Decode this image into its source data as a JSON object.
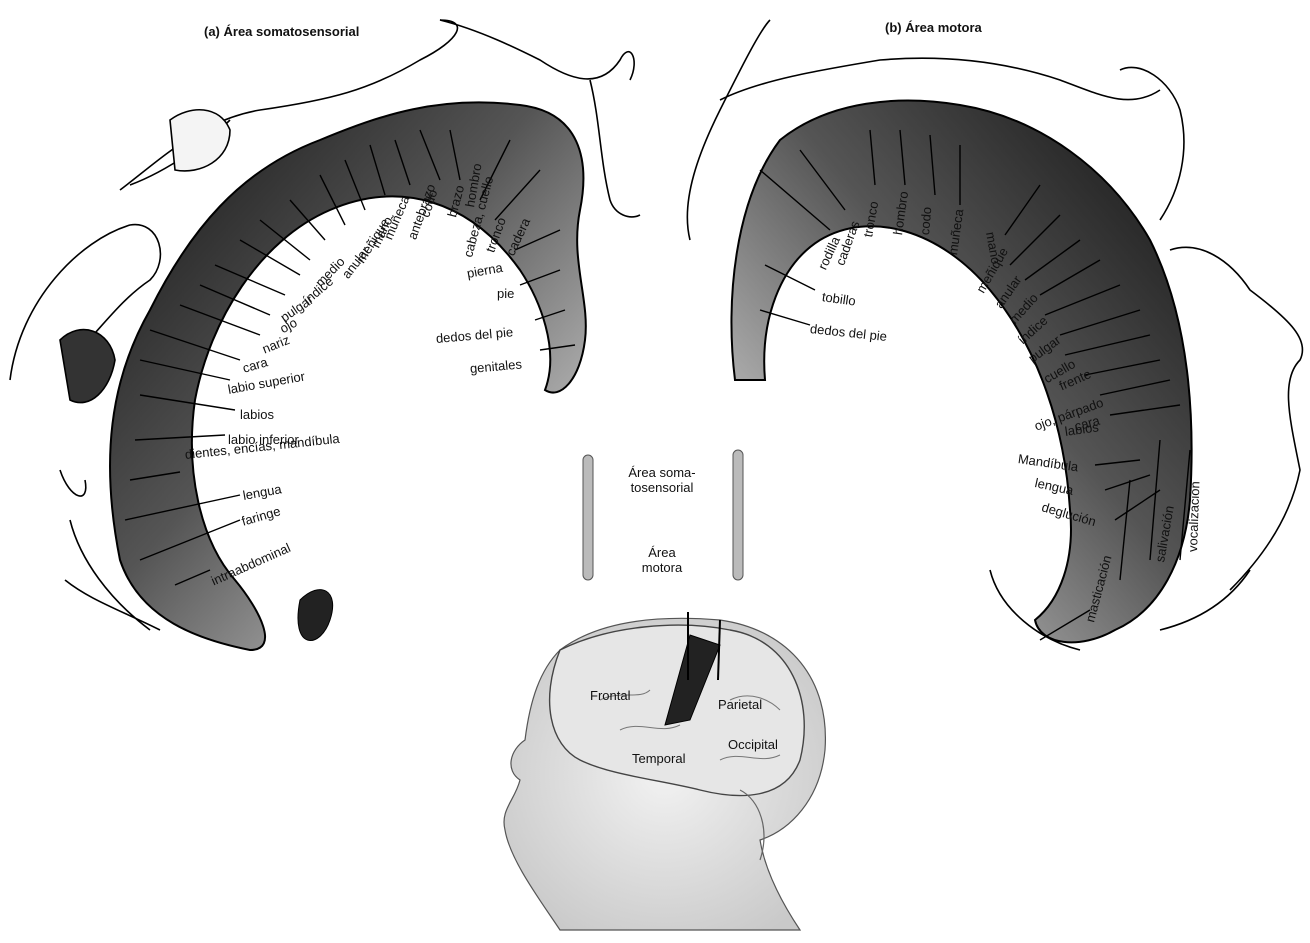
{
  "panel_a": {
    "title": "(a) Área somatosensorial",
    "labels": [
      "hombro",
      "cabeza, cuello",
      "tronco",
      "cadera",
      "brazo",
      "codo",
      "antebrazo",
      "muñeca",
      "mano",
      "meñique",
      "anular",
      "medio",
      "índice",
      "pulgar",
      "ojo",
      "nariz",
      "cara",
      "labio superior",
      "labios",
      "labio inferior",
      "dientes, encías, mandíbula",
      "lengua",
      "faringe",
      "intraabdominal",
      "pierna",
      "pie",
      "dedos del pie",
      "genitales"
    ]
  },
  "panel_b": {
    "title": "(b) Área motora",
    "labels": [
      "caderas",
      "tronco",
      "hombro",
      "codo",
      "muñeca",
      "mano",
      "meñique",
      "anular",
      "medio",
      "índice",
      "pulgar",
      "cuello",
      "frente",
      "ojo, párpado",
      "cara",
      "labios",
      "Mandíbula",
      "lengua",
      "deglución",
      "masticación",
      "salivación",
      "vocalización",
      "rodilla",
      "tobillo",
      "dedos del pie"
    ]
  },
  "center": {
    "somato": "Área soma-\ntosensorial",
    "motora": "Área\nmotora"
  },
  "lobes": {
    "frontal": "Frontal",
    "parietal": "Parietal",
    "temporal": "Temporal",
    "occipital": "Occipital"
  }
}
